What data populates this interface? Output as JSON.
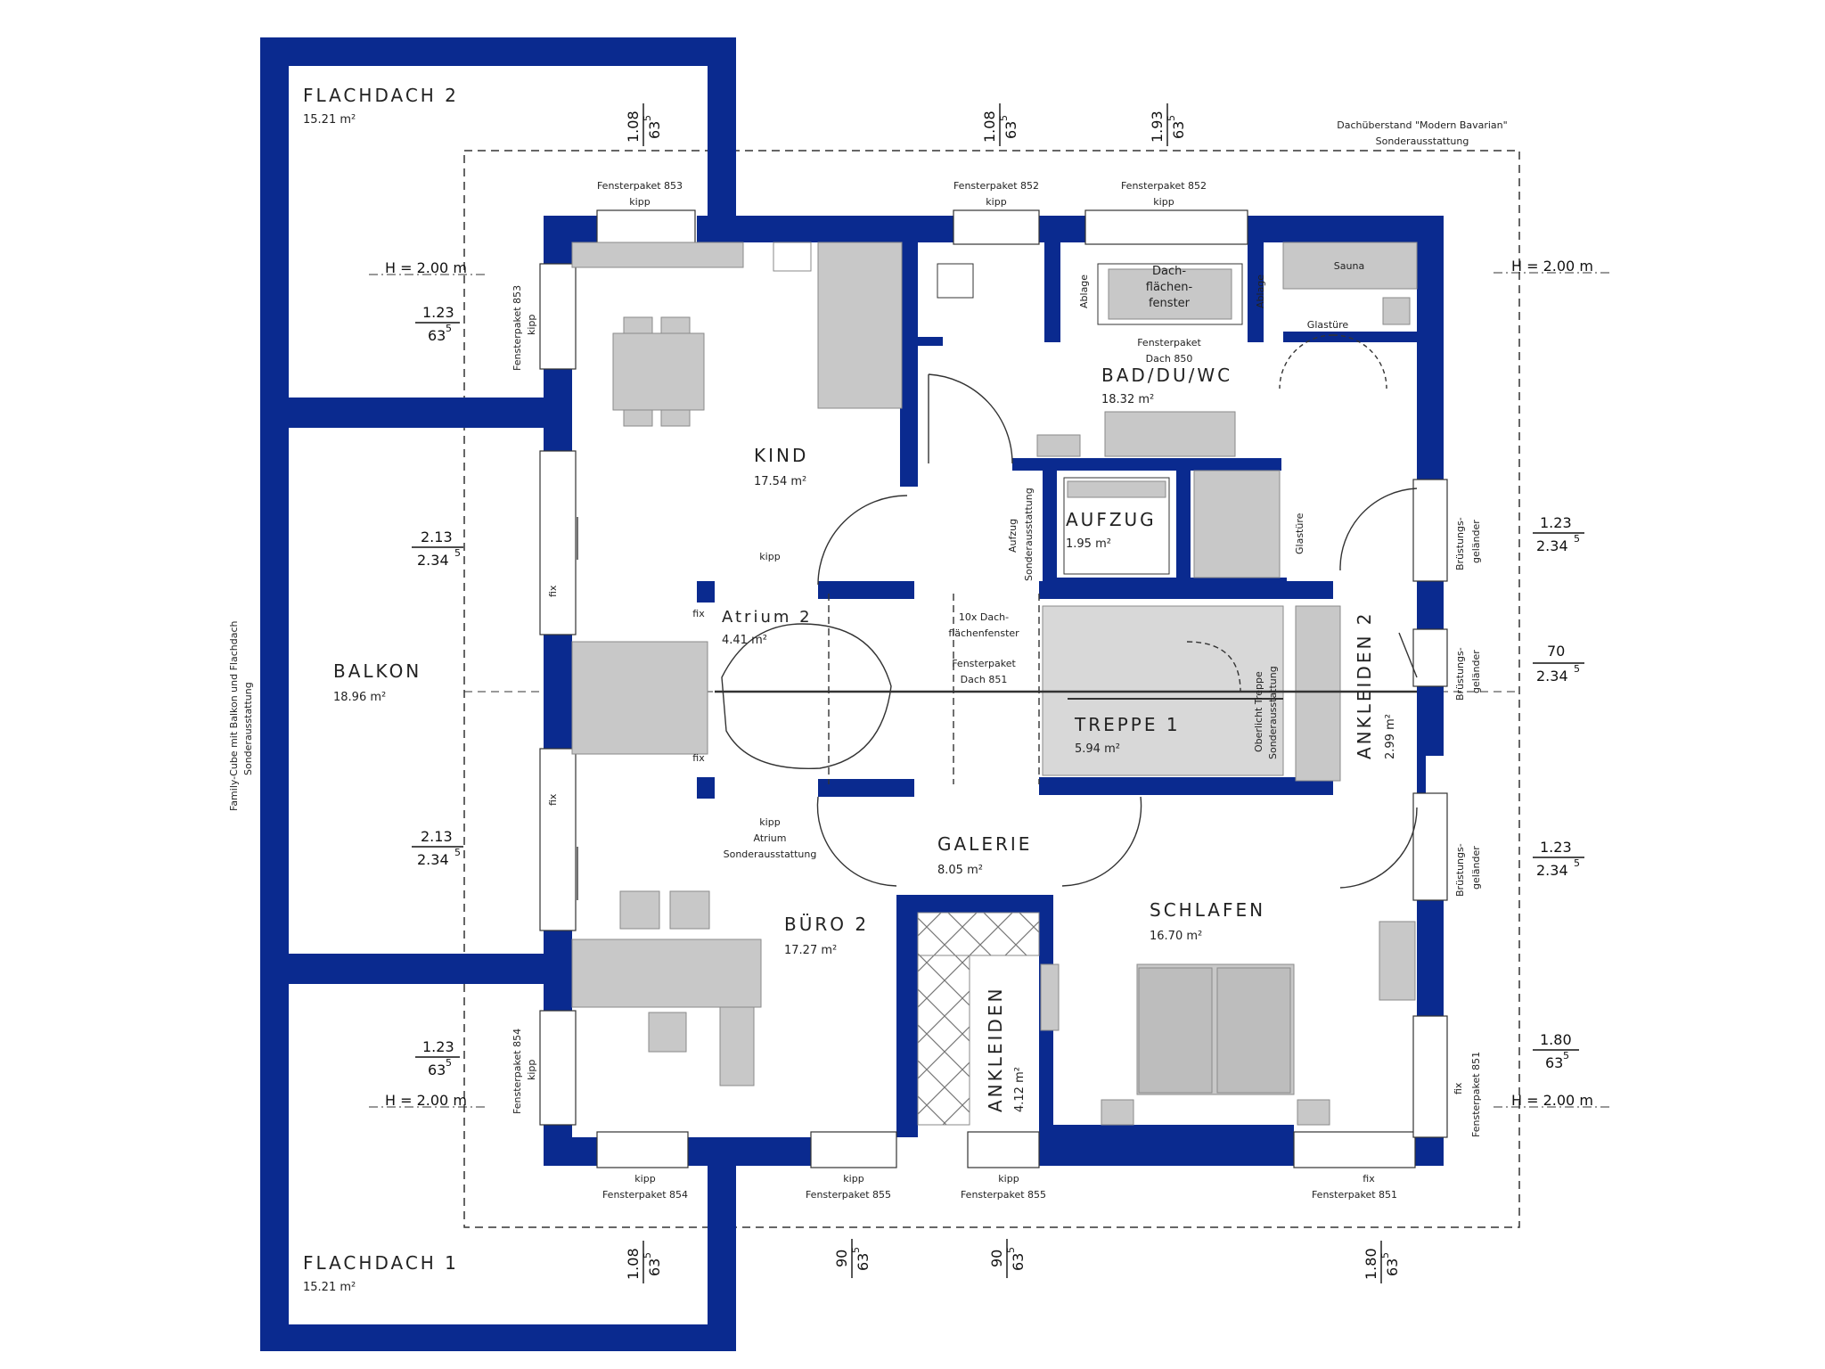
{
  "rooms": {
    "flachdach2": {
      "name": "FLACHDACH 2",
      "area": "15.21 m²"
    },
    "flachdach1": {
      "name": "FLACHDACH 1",
      "area": "15.21 m²"
    },
    "balkon": {
      "name": "BALKON",
      "area": "18.96 m²"
    },
    "kind": {
      "name": "KIND",
      "area": "17.54 m²"
    },
    "bad": {
      "name": "BAD/DU/WC",
      "area": "18.32 m²"
    },
    "aufzug": {
      "name": "AUFZUG",
      "area": "1.95 m²"
    },
    "atrium": {
      "name": "Atrium 2",
      "area": "4.41 m²"
    },
    "treppe": {
      "name": "TREPPE 1",
      "area": "5.94 m²"
    },
    "ankleiden2": {
      "name": "ANKLEIDEN 2",
      "area": "2.99 m²"
    },
    "galerie": {
      "name": "GALERIE",
      "area": "8.05 m²"
    },
    "buero": {
      "name": "BÜRO 2",
      "area": "17.27 m²"
    },
    "schlafen": {
      "name": "SCHLAFEN",
      "area": "16.70 m²"
    },
    "ankleiden": {
      "name": "ANKLEIDEN",
      "area": "4.12 m²"
    }
  },
  "annotations": {
    "roof_overhang": [
      "Dachüberstand \"Modern Bavarian\"",
      "Sonderausstattung"
    ],
    "family_cube": [
      "Family-Cube mit Balkon und Flachdach",
      "Sonderausstattung"
    ],
    "fp853": "Fensterpaket 853",
    "fp852": "Fensterpaket 852",
    "fp854": "Fensterpaket 854",
    "fp855": "Fensterpaket 855",
    "fp851": "Fensterpaket 851",
    "kipp": "kipp",
    "fix": "fix",
    "ablage": "Ablage",
    "sauna": "Sauna",
    "glastuere": "Glastüre",
    "dachfenster": [
      "Dach-",
      "flächen-",
      "fenster"
    ],
    "fp_dach850": [
      "Fensterpaket",
      "Dach 850"
    ],
    "aufzug_sonder": [
      "Aufzug",
      "Sonderausstattung"
    ],
    "dach851": [
      "10x Dach-",
      "flächenfenster",
      "Fensterpaket",
      "Dach 851"
    ],
    "oberlicht": [
      "Oberlicht Treppe",
      "Sonderausstattung"
    ],
    "atrium_sonder": [
      "kipp",
      "Atrium",
      "Sonderausstattung"
    ],
    "bruestung": [
      "Brüstungs-",
      "geländer"
    ]
  },
  "dimensions": {
    "h200": "H = 2.00 m",
    "d108": "1.08",
    "d193": "1.93",
    "d123": "1.23",
    "d213": "2.13",
    "d180": "1.80",
    "d90": "90",
    "d70": "70",
    "d63": "63",
    "d234": "2.34",
    "sup5": "5"
  },
  "colors": {
    "wall": "#0a2a8f",
    "furniture": "#c8c8c8",
    "line": "#333333"
  }
}
